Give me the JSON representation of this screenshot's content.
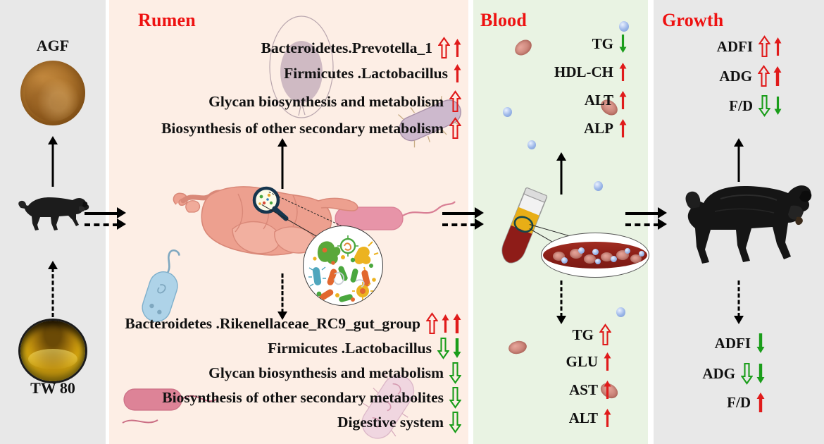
{
  "panels": {
    "inputs": {
      "name": "inputs",
      "bg": "#e8e8e8",
      "agf_label": "AGF",
      "tw_label": "TW 80"
    },
    "rumen": {
      "title": "Rumen",
      "title_color": "#ee1111",
      "bg": "#fdeee5",
      "top_rows": [
        {
          "label": "Bacteroidetes.Prevotella_1",
          "arrows": [
            {
              "dir": "up",
              "style": "hollow",
              "color": "#e01b1b",
              "size": "large"
            },
            {
              "dir": "up",
              "style": "solid",
              "color": "#e01b1b",
              "size": "medium"
            }
          ]
        },
        {
          "label": "Firmicutes .Lactobacillus",
          "arrows": [
            {
              "dir": "up",
              "style": "solid",
              "color": "#e01b1b",
              "size": "medium"
            }
          ]
        },
        {
          "label": "Glycan biosynthesis and metabolism",
          "arrows": [
            {
              "dir": "up",
              "style": "hollow",
              "color": "#e01b1b",
              "size": "large"
            }
          ]
        },
        {
          "label": "Biosynthesis of other secondary metabolism",
          "arrows": [
            {
              "dir": "up",
              "style": "hollow",
              "color": "#e01b1b",
              "size": "large"
            }
          ]
        }
      ],
      "bottom_rows": [
        {
          "label": "Bacteroidetes .Rikenellaceae_RC9_gut_group",
          "arrows": [
            {
              "dir": "up",
              "style": "hollow",
              "color": "#e01b1b",
              "size": "large"
            },
            {
              "dir": "up",
              "style": "solid",
              "color": "#e01b1b",
              "size": "medium"
            },
            {
              "dir": "up",
              "style": "solid",
              "color": "#e01b1b",
              "size": "thick"
            }
          ]
        },
        {
          "label": "Firmicutes .Lactobacillus",
          "arrows": [
            {
              "dir": "down",
              "style": "hollow",
              "color": "#1a9d1a",
              "size": "large"
            },
            {
              "dir": "down",
              "style": "solid",
              "color": "#1a9d1a",
              "size": "thick"
            }
          ]
        },
        {
          "label": "Glycan biosynthesis and metabolism",
          "arrows": [
            {
              "dir": "down",
              "style": "hollow",
              "color": "#1a9d1a",
              "size": "large"
            }
          ]
        },
        {
          "label": "Biosynthesis of other secondary metabolites",
          "arrows": [
            {
              "dir": "down",
              "style": "hollow",
              "color": "#1a9d1a",
              "size": "large"
            }
          ]
        },
        {
          "label": "Digestive system",
          "arrows": [
            {
              "dir": "down",
              "style": "hollow",
              "color": "#1a9d1a",
              "size": "large"
            }
          ]
        }
      ]
    },
    "blood": {
      "title": "Blood",
      "title_color": "#ee1111",
      "bg": "#e9f3e3",
      "top_rows": [
        {
          "label": "TG",
          "arrows": [
            {
              "dir": "down",
              "style": "solid",
              "color": "#1a9d1a",
              "size": "medium"
            }
          ]
        },
        {
          "label": "HDL-CH",
          "arrows": [
            {
              "dir": "up",
              "style": "solid",
              "color": "#e01b1b",
              "size": "medium"
            }
          ]
        },
        {
          "label": "ALT",
          "arrows": [
            {
              "dir": "up",
              "style": "solid",
              "color": "#e01b1b",
              "size": "medium"
            }
          ]
        },
        {
          "label": "ALP",
          "arrows": [
            {
              "dir": "up",
              "style": "solid",
              "color": "#e01b1b",
              "size": "medium"
            }
          ]
        }
      ],
      "bottom_rows": [
        {
          "label": "TG",
          "arrows": [
            {
              "dir": "up",
              "style": "hollow",
              "color": "#e01b1b",
              "size": "large"
            }
          ]
        },
        {
          "label": "GLU",
          "arrows": [
            {
              "dir": "up",
              "style": "solid",
              "color": "#e01b1b",
              "size": "medium"
            }
          ]
        },
        {
          "label": "AST",
          "arrows": [
            {
              "dir": "up",
              "style": "solid",
              "color": "#e01b1b",
              "size": "medium"
            }
          ]
        },
        {
          "label": "ALT",
          "arrows": [
            {
              "dir": "up",
              "style": "solid",
              "color": "#e01b1b",
              "size": "medium"
            }
          ]
        }
      ]
    },
    "growth": {
      "title": "Growth",
      "title_color": "#ee1111",
      "bg": "#e8e8e8",
      "top_rows": [
        {
          "label": "ADFI",
          "arrows": [
            {
              "dir": "up",
              "style": "hollow",
              "color": "#e01b1b",
              "size": "large"
            },
            {
              "dir": "up",
              "style": "solid",
              "color": "#e01b1b",
              "size": "medium"
            }
          ]
        },
        {
          "label": "ADG",
          "arrows": [
            {
              "dir": "up",
              "style": "hollow",
              "color": "#e01b1b",
              "size": "large"
            },
            {
              "dir": "up",
              "style": "solid",
              "color": "#e01b1b",
              "size": "thick"
            }
          ]
        },
        {
          "label": "F/D",
          "arrows": [
            {
              "dir": "down",
              "style": "hollow",
              "color": "#1a9d1a",
              "size": "large"
            },
            {
              "dir": "down",
              "style": "solid",
              "color": "#1a9d1a",
              "size": "medium"
            }
          ]
        }
      ],
      "bottom_rows": [
        {
          "label": "ADFI",
          "arrows": [
            {
              "dir": "down",
              "style": "solid",
              "color": "#1a9d1a",
              "size": "thick"
            }
          ]
        },
        {
          "label": "ADG",
          "arrows": [
            {
              "dir": "down",
              "style": "hollow",
              "color": "#1a9d1a",
              "size": "large"
            },
            {
              "dir": "down",
              "style": "solid",
              "color": "#1a9d1a",
              "size": "thick"
            }
          ]
        },
        {
          "label": "F/D",
          "arrows": [
            {
              "dir": "up",
              "style": "solid",
              "color": "#e01b1b",
              "size": "thick"
            }
          ]
        }
      ]
    }
  },
  "colors": {
    "up_red": "#e01b1b",
    "down_green": "#1a9d1a",
    "title_red": "#ee1111",
    "rumen_bg": "#fdeee5",
    "blood_bg": "#e9f3e3",
    "gray_bg": "#e8e8e8"
  }
}
